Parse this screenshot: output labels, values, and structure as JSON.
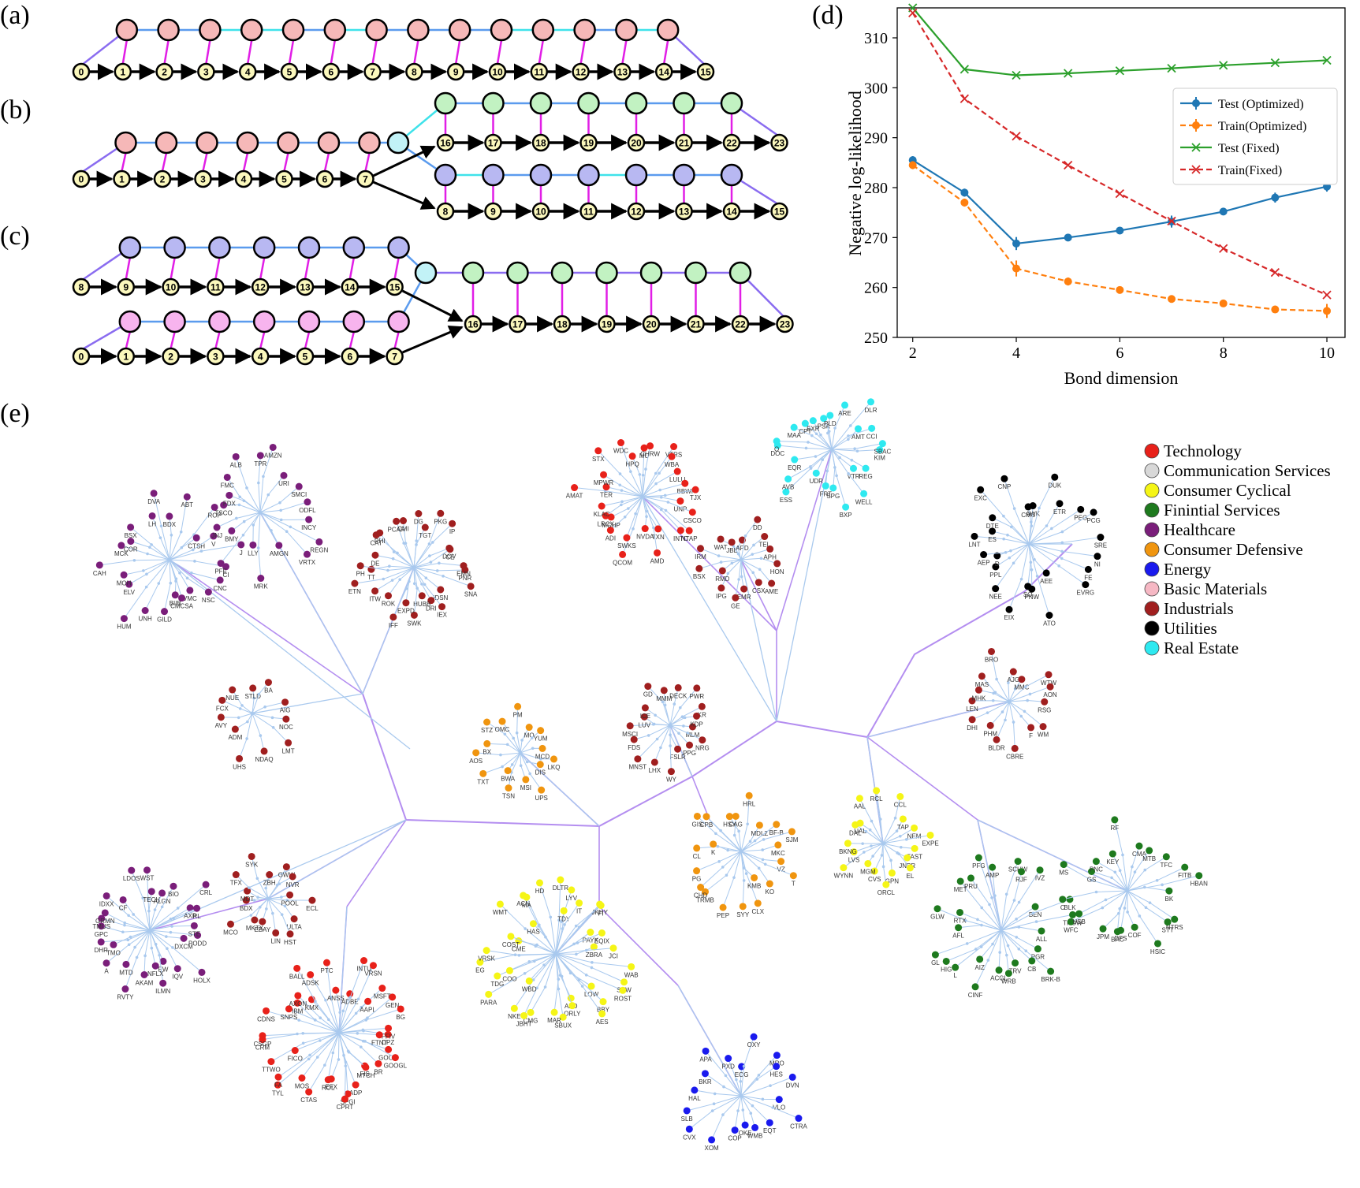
{
  "panel_labels": {
    "a": "(a)",
    "b": "(b)",
    "c": "(c)",
    "d": "(d)",
    "e": "(e)"
  },
  "colors": {
    "pink": "#f6b8b8",
    "light_pink": "#f7b4ee",
    "green": "#c2f2c2",
    "lavender": "#b8b8f2",
    "cyan": "#c2f2f7",
    "yellow": "#fbf8bd",
    "link_magenta": "#e11ee6",
    "bond_blue": "#5b9bee",
    "bond_cyan": "#3fe2ea",
    "bond_purple": "#8a6cf0",
    "arrow": "#000000"
  },
  "mps_a": {
    "inputs": [
      "0",
      "1",
      "2",
      "3",
      "4",
      "5",
      "6",
      "7",
      "8",
      "9",
      "10",
      "11",
      "12",
      "13",
      "14",
      "15"
    ]
  },
  "mps_b": {
    "shared_inputs": [
      "0",
      "1",
      "2",
      "3",
      "4",
      "5",
      "6",
      "7"
    ],
    "branch_top_inputs": [
      "16",
      "17",
      "18",
      "19",
      "20",
      "21",
      "22",
      "23"
    ],
    "branch_bottom_inputs": [
      "8",
      "9",
      "10",
      "11",
      "12",
      "13",
      "14",
      "15"
    ]
  },
  "mps_c": {
    "top_inputs": [
      "8",
      "9",
      "10",
      "11",
      "12",
      "13",
      "14",
      "15"
    ],
    "bottom_inputs": [
      "0",
      "1",
      "2",
      "3",
      "4",
      "5",
      "6",
      "7"
    ],
    "merged_inputs": [
      "16",
      "17",
      "18",
      "19",
      "20",
      "21",
      "22",
      "23"
    ]
  },
  "chart_data": {
    "type": "line",
    "xlabel": "Bond dimension",
    "ylabel": "Negative log-likelihood",
    "xlim": [
      1.7,
      10.35
    ],
    "ylim": [
      250,
      316
    ],
    "xticks": [
      2,
      4,
      6,
      8,
      10
    ],
    "yticks": [
      250,
      260,
      270,
      280,
      290,
      300,
      310
    ],
    "x": [
      2,
      3,
      4,
      5,
      6,
      7,
      8,
      9,
      10
    ],
    "series": [
      {
        "name": "Test  (Optimized)",
        "color": "#1f77b4",
        "marker": "circle",
        "dash": "solid",
        "values": [
          285.5,
          279.0,
          268.8,
          270.0,
          271.4,
          273.2,
          275.2,
          278.0,
          280.2
        ],
        "errors": [
          0.8,
          0.8,
          1.3,
          0.6,
          0.6,
          1.2,
          0.5,
          1.0,
          1.0
        ]
      },
      {
        "name": "Train(Optimized)",
        "color": "#ff7f0e",
        "marker": "circle",
        "dash": "dashed",
        "values": [
          284.5,
          277.0,
          263.8,
          261.2,
          259.5,
          257.7,
          256.8,
          255.6,
          255.3
        ],
        "errors": [
          0.8,
          0.8,
          1.6,
          0.8,
          0.5,
          0.6,
          0.5,
          0.5,
          1.4
        ]
      },
      {
        "name": "Test  (Fixed)",
        "color": "#2ca02c",
        "marker": "x",
        "dash": "solid",
        "values": [
          316.0,
          303.7,
          302.5,
          302.9,
          303.4,
          303.9,
          304.5,
          305.0,
          305.5
        ]
      },
      {
        "name": "Train(Fixed)",
        "color": "#d62728",
        "marker": "x",
        "dash": "dashed",
        "values": [
          315.0,
          297.8,
          290.3,
          284.5,
          278.8,
          273.3,
          267.8,
          263.0,
          258.5
        ]
      }
    ],
    "legend_position": "center-right",
    "grid": false
  },
  "sector_legend": [
    {
      "name": "Technology",
      "color": "#e8211a"
    },
    {
      "name": "Communication Services",
      "color": "#d8d8d8"
    },
    {
      "name": "Consumer Cyclical",
      "color": "#f5f516"
    },
    {
      "name": "Finintial Services",
      "color": "#1e7a1e"
    },
    {
      "name": "Healthcare",
      "color": "#7a1e7a"
    },
    {
      "name": "Consumer Defensive",
      "color": "#f0950f"
    },
    {
      "name": "Energy",
      "color": "#1a1aee"
    },
    {
      "name": "Basic Materials",
      "color": "#f6b8c4"
    },
    {
      "name": "Industrials",
      "color": "#a01f1f"
    },
    {
      "name": "Utilities",
      "color": "#000000"
    },
    {
      "name": "Real Estate",
      "color": "#2ee9f0"
    }
  ],
  "tree_clusters": [
    {
      "tickers": [
        "CI",
        "CNC",
        "NSC",
        "VMC",
        "CMCSA",
        "BIIB",
        "GILD",
        "UNH",
        "HUM",
        "ELV",
        "MOH",
        "CAH",
        "MCK",
        "COR",
        "BSX",
        "LH",
        "DVA",
        "BDX",
        "ABT",
        "ROP",
        "CTSH",
        "V",
        "J"
      ],
      "sector": "Healthcare"
    },
    {
      "tickers": [
        "INCY",
        "REGN",
        "VRTX",
        "AMGN",
        "MRK",
        "LLY",
        "PFE",
        "BMY",
        "JNJ",
        "TSCO",
        "FDX",
        "FMC",
        "ALB",
        "TPR",
        "AMZN",
        "URI",
        "SMCI",
        "ODFL"
      ],
      "sector": "Healthcare"
    },
    {
      "tickers": [
        "NOC",
        "LMT",
        "NDAQ",
        "UHS",
        "ADM",
        "AVY",
        "FCX",
        "NUE",
        "STLD",
        "BA",
        "AIG"
      ],
      "sector": "Industrials"
    },
    {
      "tickers": [
        "PNR",
        "SNA",
        "IDSN",
        "IEX",
        "DRI",
        "HUBB",
        "SWK",
        "EXPD",
        "IFF",
        "ROK",
        "ITW",
        "ETN",
        "TT",
        "PH",
        "DE",
        "CAT",
        "RHI",
        "PCAR",
        "CMI",
        "DG",
        "TGT",
        "PKG",
        "IP",
        "DOV",
        "CE",
        "EMN"
      ],
      "sector": "Industrials"
    },
    {
      "tickers": [
        "UNP",
        "CSCO",
        "NTAP",
        "INTC",
        "TXN",
        "AMD",
        "NVDA",
        "QCOM",
        "SWKS",
        "ADI",
        "MCHP",
        "LRCX",
        "KLAC",
        "AMAT",
        "TER",
        "MPWR",
        "STX",
        "WDC",
        "HPQ",
        "MU",
        "CHRW",
        "VTRS",
        "WBA",
        "LULU",
        "BBWI",
        "TJX"
      ],
      "sector": "Technology"
    },
    {
      "tickers": [
        "HON",
        "AME",
        "CSX",
        "EMR",
        "GE",
        "IPG",
        "RMD",
        "BSX",
        "IRM",
        "WAT",
        "JBL",
        "APD",
        "DD",
        "TEL",
        "APH"
      ],
      "sector": "Industrials"
    },
    {
      "tickers": [
        "KIM",
        "REG",
        "VTR",
        "WELL",
        "BXP",
        "SPG",
        "FRT",
        "UDR",
        "ESS",
        "AVB",
        "EQR",
        "DOC",
        "O",
        "MAA",
        "CPT",
        "EXR",
        "PSA",
        "PLD",
        "ARE",
        "DLR",
        "AMT",
        "CCI",
        "SBAC"
      ],
      "sector": "Real Estate"
    },
    {
      "tickers": [
        "NI",
        "FE",
        "EVRG",
        "AEE",
        "ATO",
        "PNW",
        "SO",
        "EIX",
        "NEE",
        "PPL",
        "D",
        "AEP",
        "LNT",
        "ES",
        "DTE",
        "EXC",
        "CNP",
        "CMS",
        "AWK",
        "DUK",
        "ETR",
        "PEG",
        "PCG",
        "SRE"
      ],
      "sector": "Utilities"
    },
    {
      "tickers": [
        "RSG",
        "WM",
        "F",
        "CBRE",
        "BLDR",
        "PHM",
        "DHI",
        "LEN",
        "MHK",
        "MAS",
        "BRO",
        "AJG",
        "MMC",
        "WTW",
        "AON"
      ],
      "sector": "Industrials"
    },
    {
      "tickers": [
        "MLM",
        "NRG",
        "PPG",
        "FSLR",
        "WY",
        "LHX",
        "MNST",
        "FDS",
        "MSCI",
        "LUV",
        "ICE",
        "GD",
        "MMM",
        "DECK",
        "PWR",
        "KR",
        "KDP"
      ],
      "sector": "Industrials"
    },
    {
      "tickers": [
        "LKQ",
        "DIS",
        "UPS",
        "MSI",
        "TSN",
        "BWA",
        "TXT",
        "AOS",
        "BX",
        "STZ",
        "OMC",
        "PM",
        "MO",
        "YUM",
        "MCD"
      ],
      "sector": "Consumer Defensive"
    },
    {
      "tickers": [
        "VZ",
        "T",
        "KO",
        "KMB",
        "CLX",
        "SYY",
        "PEP",
        "TRMB",
        "CHD",
        "PG",
        "CL",
        "K",
        "GIS",
        "CPB",
        "HSY",
        "CAG",
        "HRL",
        "MDLZ",
        "BF-B",
        "SJM",
        "MKC"
      ],
      "sector": "Consumer Defensive"
    },
    {
      "tickers": [
        "FAST",
        "JNPR",
        "EL",
        "GPN",
        "ORCL",
        "CVS",
        "MGM",
        "WYNN",
        "LVS",
        "BKNG",
        "DAL",
        "UAL",
        "AAL",
        "RCL",
        "CCL",
        "TAP",
        "NEM",
        "EXPE"
      ],
      "sector": "Consumer Cyclical"
    },
    {
      "tickers": [
        "ALL",
        "PGR",
        "BRK-B",
        "CB",
        "TRV",
        "WRB",
        "ACGL",
        "CINF",
        "AIZ",
        "L",
        "HIG",
        "GL",
        "AFL",
        "GLW",
        "RTX",
        "MET",
        "PRU",
        "PFG",
        "AMP",
        "SCHW",
        "RJF",
        "IVZ",
        "BEN",
        "BLK",
        "TROW"
      ],
      "sector": "Finintial Services"
    },
    {
      "tickers": [
        "BK",
        "NTRS",
        "STT",
        "HSIC",
        "COF",
        "DFS",
        "BAC",
        "JPM",
        "WFC",
        "USB",
        "C",
        "MS",
        "GS",
        "PNC",
        "KEY",
        "RF",
        "CMA",
        "MTB",
        "TFC",
        "FITB",
        "HBAN"
      ],
      "sector": "Finintial Services"
    },
    {
      "tickers": [
        "PODD",
        "DXCM",
        "HOLX",
        "IQV",
        "EW",
        "ILMN",
        "NFLX",
        "AKAM",
        "RVTY",
        "MTD",
        "A",
        "TMO",
        "DHR",
        "GPC",
        "TMUS",
        "GRMN",
        "IDXX",
        "CF",
        "LDOS",
        "WST",
        "TECH",
        "ALGN",
        "BIO",
        "CRL",
        "AXP",
        "RL",
        "STE"
      ],
      "sector": "Healthcare"
    },
    {
      "tickers": [
        "ECL",
        "ULTA",
        "HST",
        "LIN",
        "EBAY",
        "MKTX",
        "MCO",
        "BDX",
        "MDT",
        "TFX",
        "SYK",
        "ZBH",
        "GWW",
        "NVR",
        "POOL"
      ],
      "sector": "Industrials"
    },
    {
      "tickers": [
        "DPZ",
        "GOOG",
        "GOOGL",
        "BR",
        "FIS",
        "MTCH",
        "ADP",
        "SPGI",
        "CPRT",
        "EFX",
        "ROL",
        "CTAS",
        "MOS",
        "TYL",
        "FA",
        "TTWO",
        "FICO",
        "CRM",
        "CSGP",
        "CDNS",
        "SNPS",
        "IBM",
        "AXON",
        "KMX",
        "BALL",
        "ADSK",
        "PTC",
        "ANSS",
        "ADBE",
        "INTU",
        "VRSN",
        "MSFT",
        "AAPL",
        "GEN",
        "BG",
        "FFIV",
        "FTNT"
      ],
      "sector": "Technology"
    },
    {
      "tickers": [
        "WAB",
        "SHW",
        "ROST",
        "LOW",
        "BBY",
        "AES",
        "AZO",
        "ORLY",
        "SBUX",
        "MAR",
        "CMG",
        "JBHT",
        "NKE",
        "WBD",
        "PARA",
        "TDG",
        "COO",
        "EG",
        "VRSK",
        "CME",
        "COST",
        "WMT",
        "HAS",
        "ACN",
        "MA",
        "HD",
        "DLTR",
        "LYV",
        "TDY",
        "IT",
        "JKHY",
        "FI",
        "PAYX",
        "EQIX",
        "ZBRA",
        "JCI"
      ],
      "sector": "Consumer Cyclical"
    },
    {
      "tickers": [
        "VLO",
        "CTRA",
        "EQT",
        "WMB",
        "OKE",
        "COP",
        "XOM",
        "CVX",
        "SLB",
        "HAL",
        "BKR",
        "APA",
        "PXD",
        "EOG",
        "OXY",
        "MRO",
        "HES",
        "DVN"
      ],
      "sector": "Energy"
    }
  ]
}
